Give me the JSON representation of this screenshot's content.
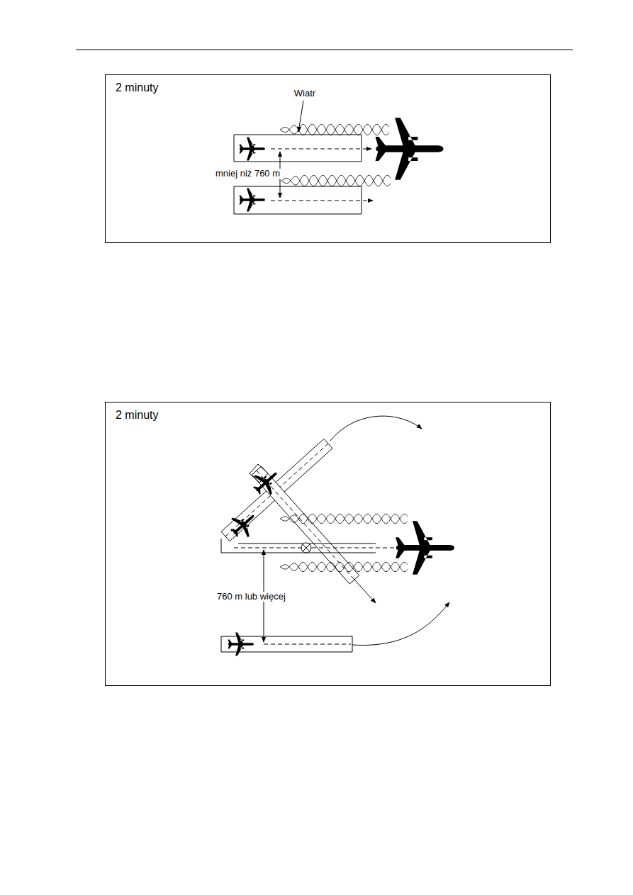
{
  "diagram": {
    "nodes": [
      {
        "text": [
          "2 minuty"
        ]
      },
      {
        "text": [
          "2 minuty"
        ]
      }
    ],
    "labels": [
      "Wiatr",
      "mniej niż 760 m",
      "760 m lub więcej"
    ]
  }
}
